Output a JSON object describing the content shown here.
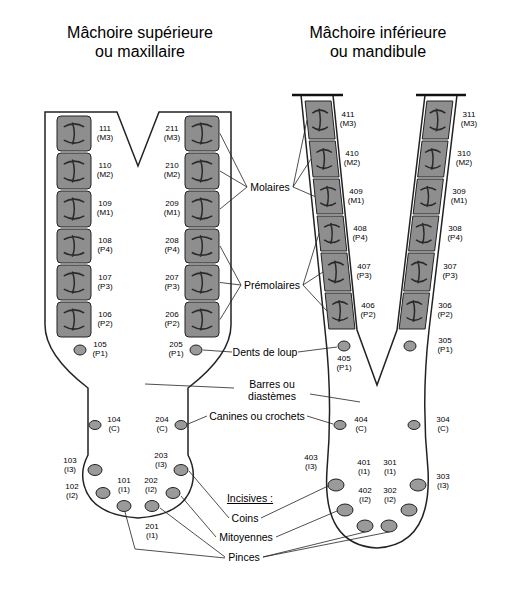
{
  "diagram": {
    "labels": [
      "Mâchoire supérieure ou maxillaire",
      "Mâchoire inférieure ou mandibule",
      "111 (M3)",
      "110 (M2)",
      "109 (M1)",
      "108 (P4)",
      "107 (P3)",
      "106 (P2)",
      "105 (P1)",
      "104 (C)",
      "103 (I3)",
      "102 (I2)",
      "101 (I1)",
      "211 (M3)",
      "210 (M2)",
      "209 (M1)",
      "208 (P4)",
      "207 (P3)",
      "206 (P2)",
      "205 (P1)",
      "204 (C)",
      "203 (I3)",
      "201 (I1)",
      "202 (I2)",
      "411 (M3)",
      "410 (M2)",
      "409 (M1)",
      "408 (P4)",
      "407 (P3)",
      "406 (P2)",
      "405 (P1)",
      "404 (C)",
      "403 (I3)",
      "401 (I1)",
      "402 (I2)",
      "311 (M3)",
      "310 (M2)",
      "309 (M1)",
      "308 (P4)",
      "307 (P3)",
      "306 (P2)",
      "305 (P1)",
      "304 (C)",
      "303 (I3)",
      "301 (I1)",
      "302 (I2)",
      "Molaires",
      "Prémolaires",
      "Dents de loup",
      "Barres ou diastèmes",
      "Canines ou crochets",
      "Incisives :",
      "Coins",
      "Mitoyennes",
      "Pinces"
    ]
  }
}
